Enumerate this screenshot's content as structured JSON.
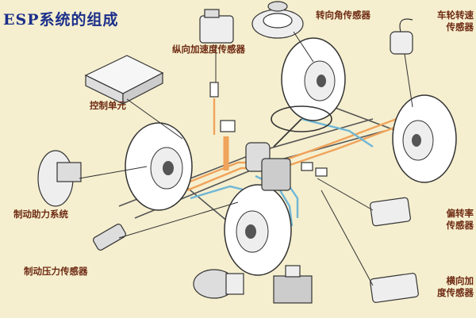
{
  "title": "ESP系统的组成",
  "labels": {
    "control_unit": "控制单元",
    "longitudinal_accel_sensor": "纵向加速度传感器",
    "steering_angle_sensor": "转向角传感器",
    "wheel_speed_sensor_1": "车轮转速",
    "wheel_speed_sensor_2": "传感器",
    "brake_booster": "制动助力系统",
    "brake_pressure_sensor": "制动压力传感器",
    "yaw_rate_sensor_1": "偏转率",
    "yaw_rate_sensor_2": "传感器",
    "lateral_accel_sensor_1": "横向加",
    "lateral_accel_sensor_2": "度传感器"
  },
  "colors": {
    "background": "#f5efcf",
    "title": "#1c2f8a",
    "label": "#6e2a12",
    "wire_orange": "#f0a35a",
    "wire_blue": "#6fb6d6",
    "leader": "#333333"
  }
}
